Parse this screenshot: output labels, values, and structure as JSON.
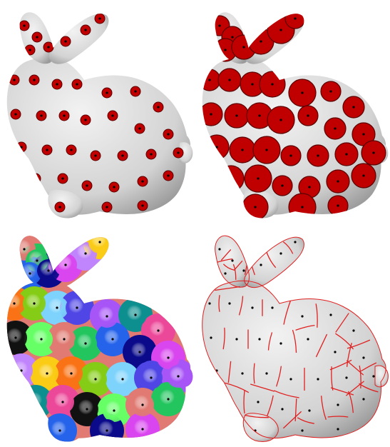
{
  "figure": {
    "panels": [
      {
        "id": "small-patches",
        "style": "sampled-points-small-disks",
        "disk_color": "#c00000",
        "bunny_color": "#d3d3d3"
      },
      {
        "id": "large-patches",
        "style": "sampled-points-large-disks",
        "disk_color": "#c00000",
        "bunny_color": "#d3d3d3"
      },
      {
        "id": "colored-cells",
        "style": "voronoi-cells-colored",
        "palette": [
          "#e07a72",
          "#22c55e",
          "#2563eb",
          "#0a0a8a",
          "#d946ef",
          "#c084fc",
          "#facc15",
          "#f97316",
          "#84cc16",
          "#7dd3fc",
          "#4f46e5",
          "#a855f7",
          "#0e8f8f",
          "#ec4899",
          "#111111",
          "#66ff66"
        ]
      },
      {
        "id": "cell-boundaries",
        "style": "voronoi-boundaries",
        "boundary_color": "#e02020",
        "bunny_color": "#d3d3d3"
      }
    ],
    "seed_marker_color": "#000000"
  }
}
